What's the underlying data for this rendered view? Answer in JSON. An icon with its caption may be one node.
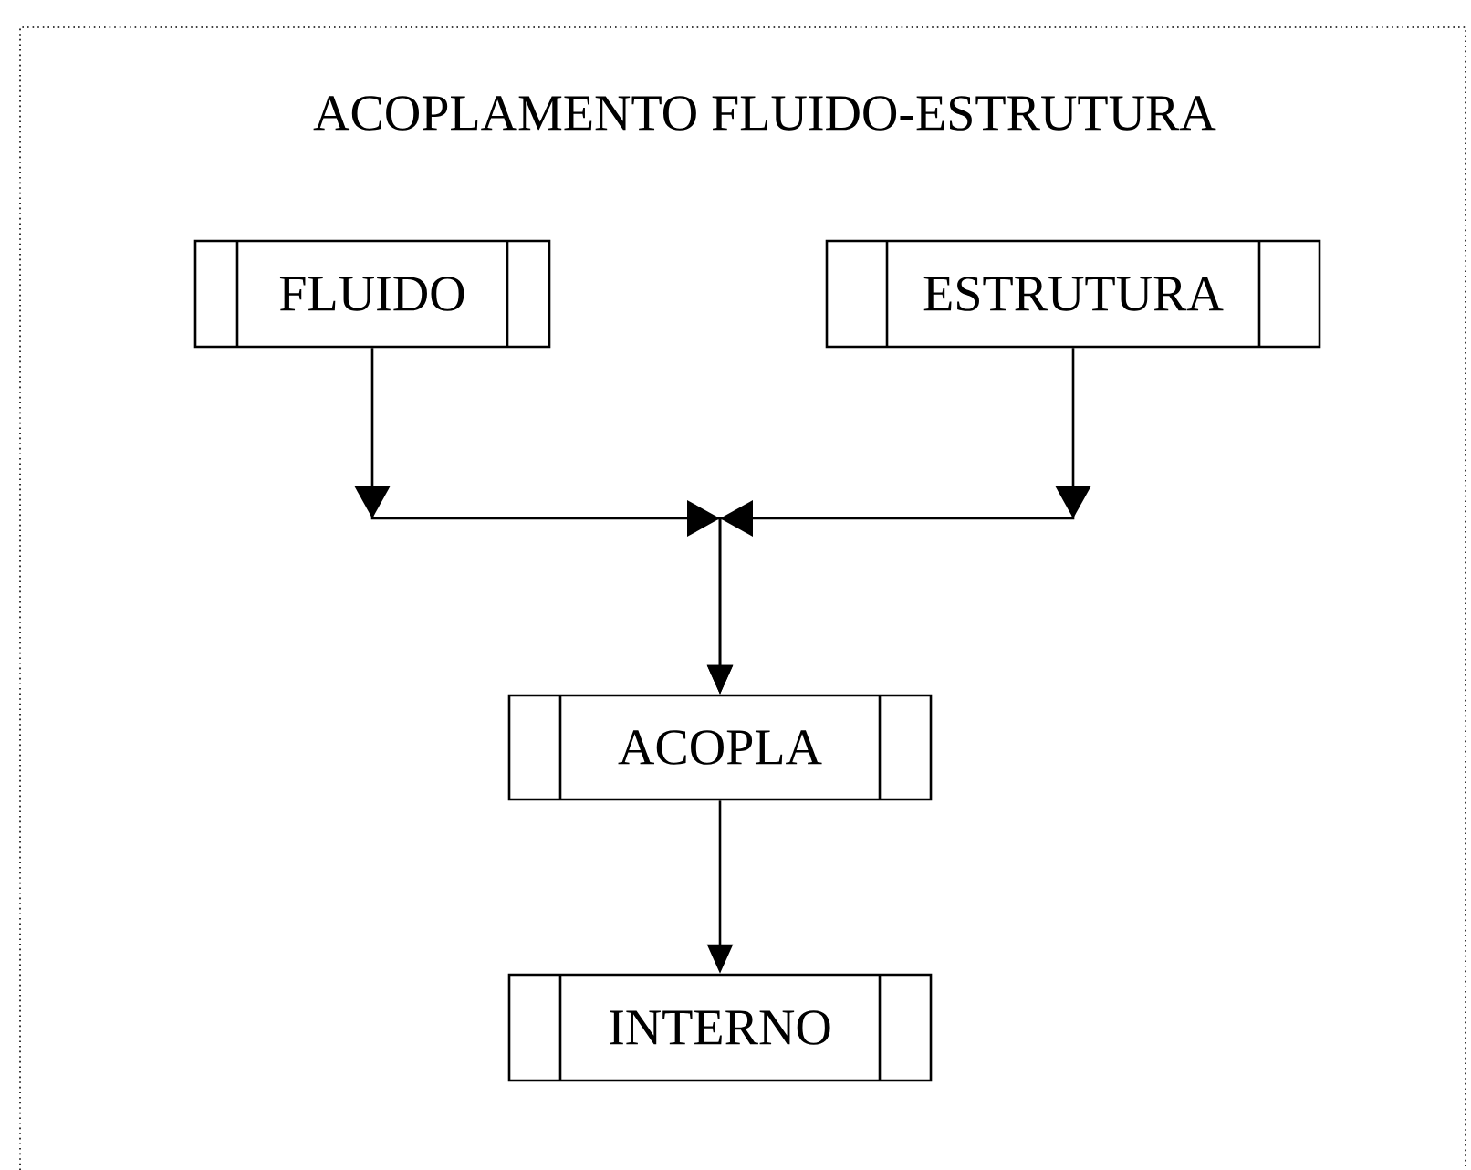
{
  "diagram": {
    "title": "ACOPLAMENTO FLUIDO-ESTRUTURA",
    "nodes": [
      {
        "text": [
          "FLUIDO"
        ]
      },
      {
        "text": [
          "ESTRUTURA"
        ]
      },
      {
        "text": [
          "ACOPLA"
        ]
      },
      {
        "text": [
          "INTERNO"
        ]
      }
    ],
    "edges": [
      {
        "from": 0,
        "to": 2,
        "arrow": "to"
      },
      {
        "from": 1,
        "to": 2,
        "arrow": "to"
      },
      {
        "from": 2,
        "to": 3,
        "arrow": "to"
      }
    ]
  }
}
